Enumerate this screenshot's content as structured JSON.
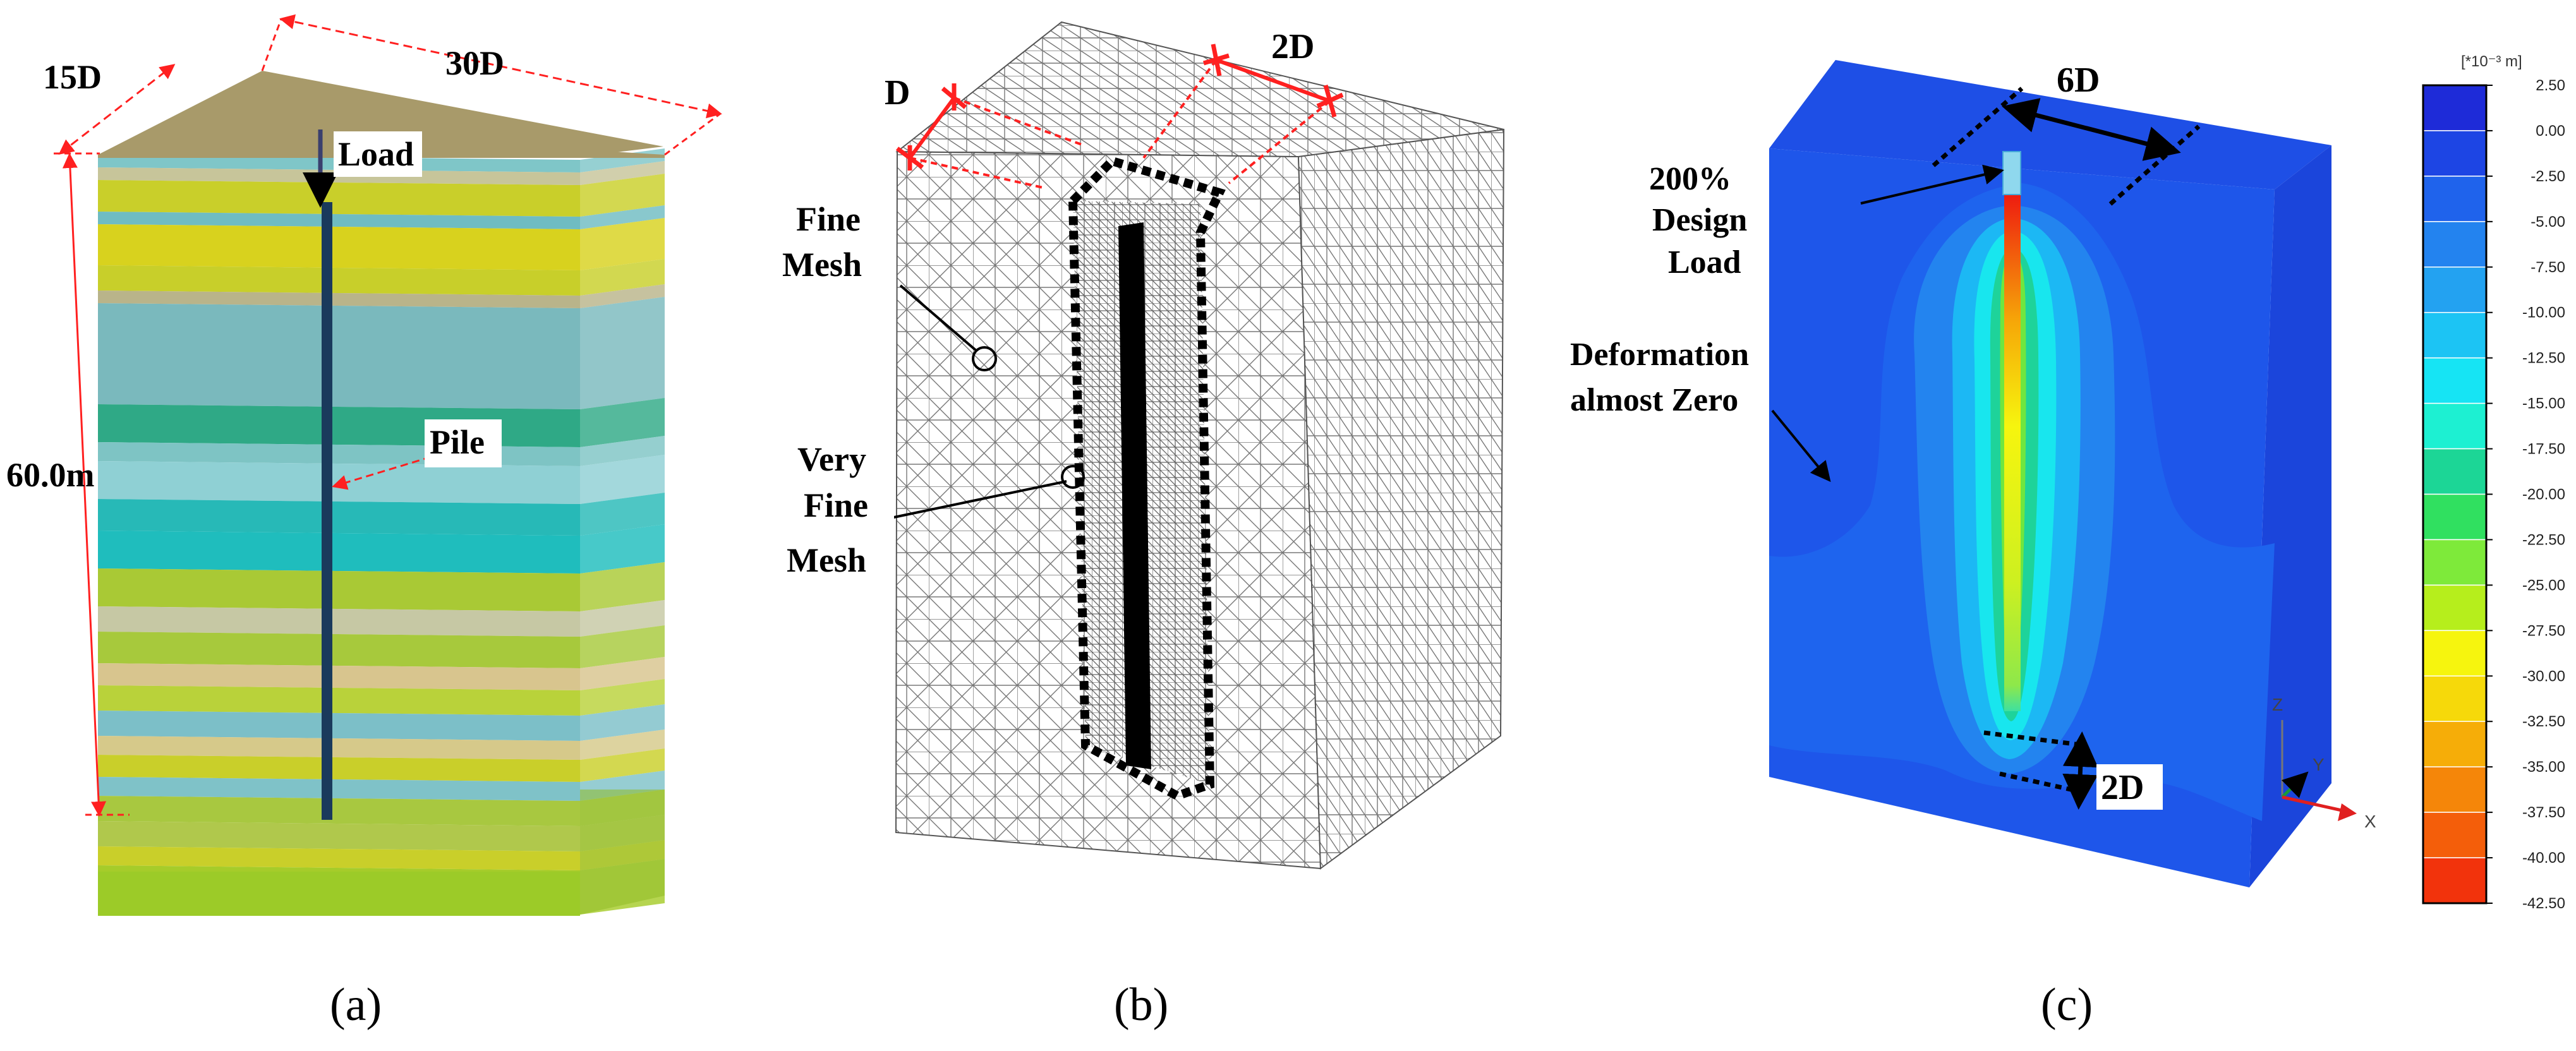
{
  "panel_a": {
    "dim_15d": "15D",
    "dim_30d": "30D",
    "height": "60.0m",
    "load": "Load",
    "pile": "Pile",
    "caption": "(a)"
  },
  "panel_b": {
    "dim_d": "D",
    "dim_2d": "2D",
    "fine_mesh": [
      "Fine",
      "Mesh"
    ],
    "very_fine_mesh": [
      "Very",
      "Fine",
      "Mesh"
    ],
    "caption": "(b)"
  },
  "panel_c": {
    "dim_6d": "6D",
    "design_load": [
      "200%",
      "Design",
      "Load"
    ],
    "deformation": [
      "Deformation",
      "almost Zero"
    ],
    "dim_2d": "2D",
    "axes": {
      "z": "Z",
      "y": "Y",
      "x": "X"
    },
    "caption": "(c)"
  },
  "colorbar": {
    "unit": "[*10⁻³ m]",
    "ticks": [
      "2.50",
      "0.00",
      "-2.50",
      "-5.00",
      "-7.50",
      "-10.00",
      "-12.50",
      "-15.00",
      "-17.50",
      "-20.00",
      "-22.50",
      "-25.00",
      "-27.50",
      "-30.00",
      "-32.50",
      "-35.00",
      "-37.50",
      "-40.00",
      "-42.50"
    ],
    "colors": [
      "#1e2bd8",
      "#1d45e4",
      "#1f63ec",
      "#2383ef",
      "#23a2f1",
      "#1cc4f4",
      "#16e4f4",
      "#1df0d2",
      "#1cd696",
      "#30e060",
      "#7eea3a",
      "#b6ee1c",
      "#f6f50e",
      "#f6d90a",
      "#f6ad08",
      "#f58609",
      "#f45e0a",
      "#f2330c",
      "#ee1010"
    ]
  },
  "colors": {
    "dim_red": "#ff2020",
    "soil_top": "#a89a6a",
    "pile_dark": "#1a3a5c"
  }
}
